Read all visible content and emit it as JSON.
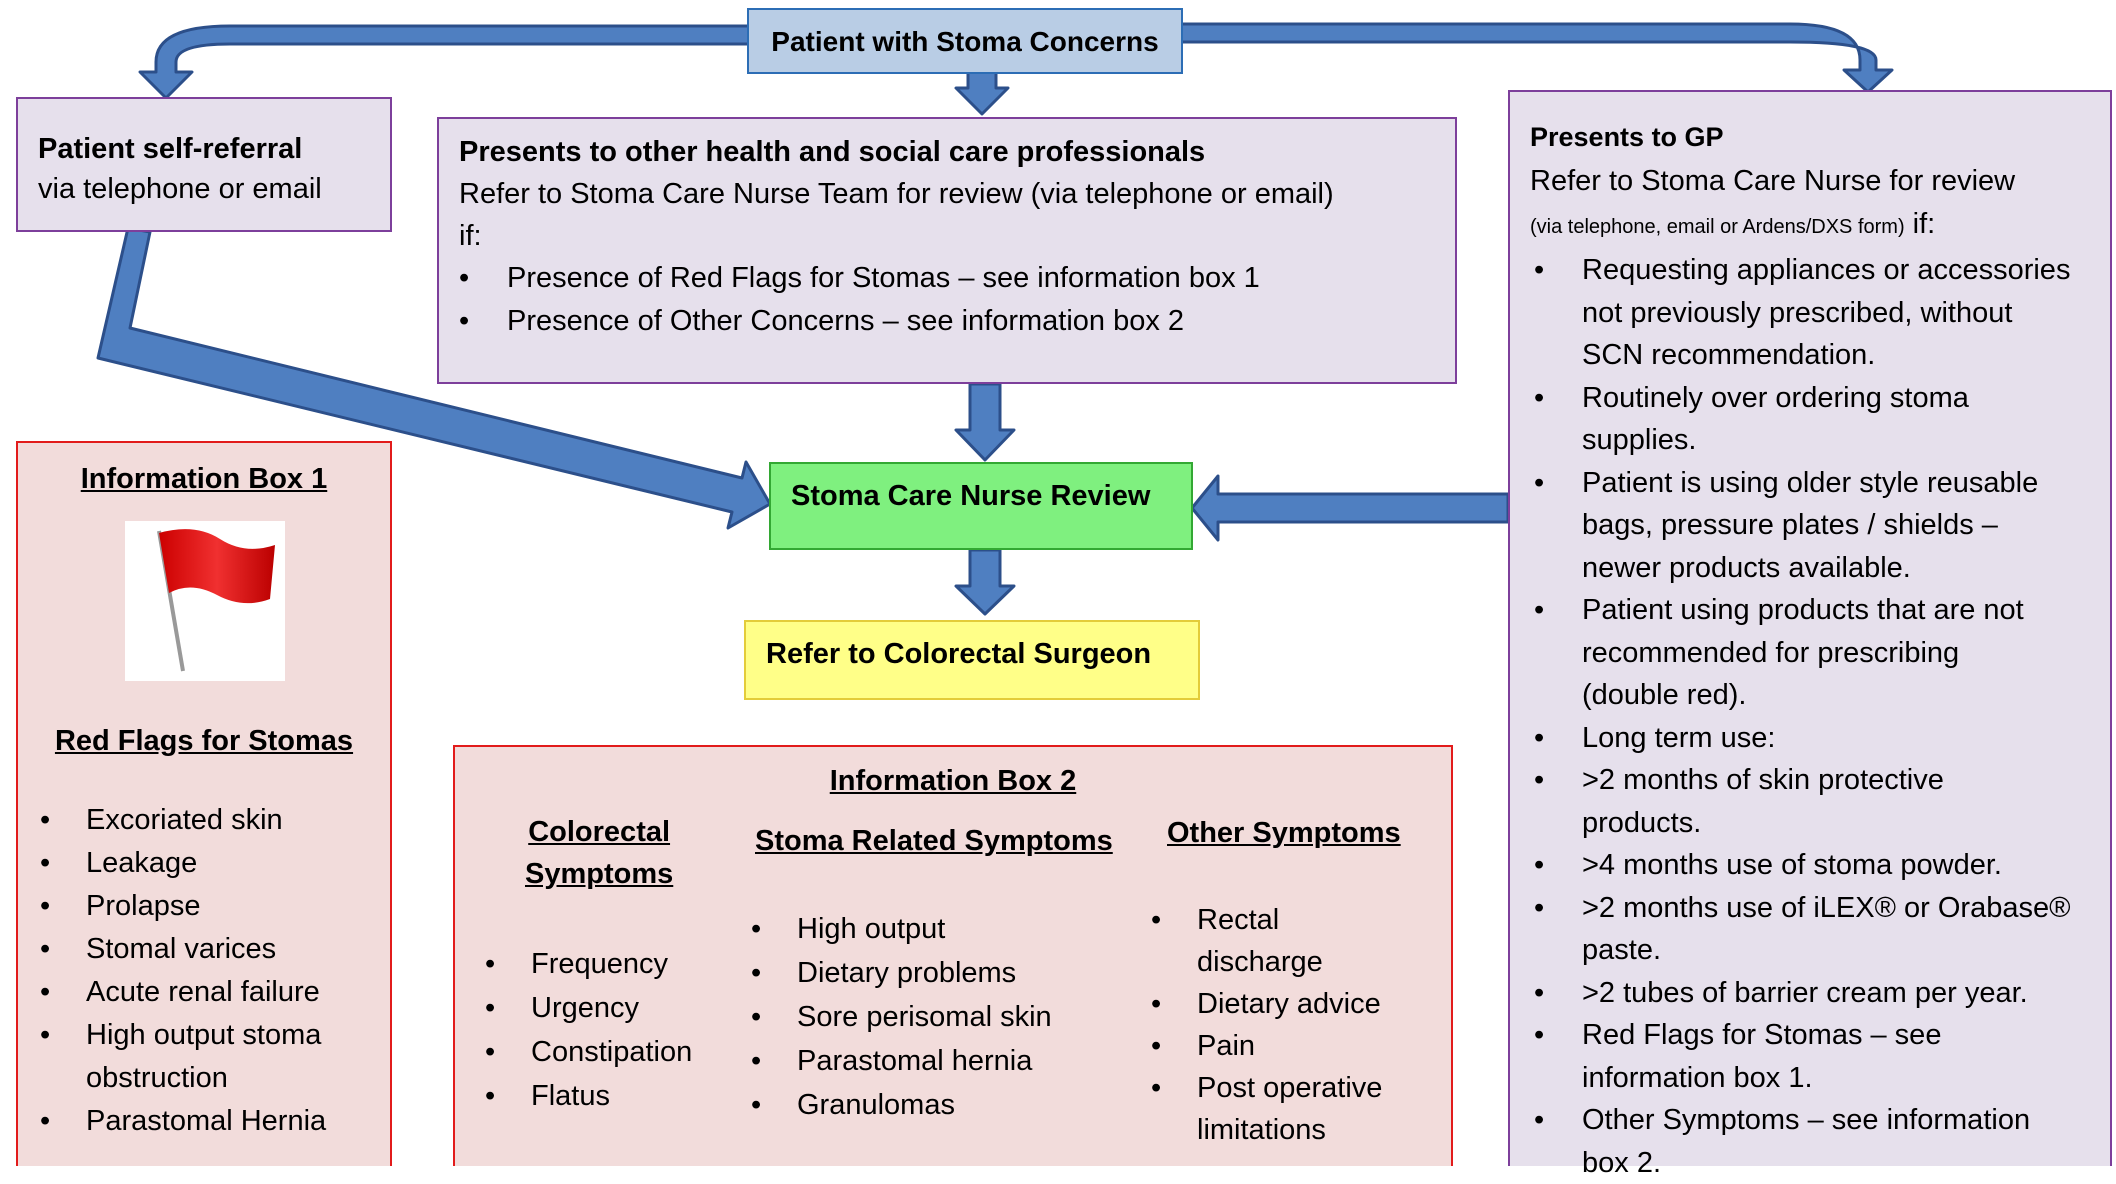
{
  "top_box": "Patient with Stoma Concerns",
  "self_referral": {
    "title": "Patient self-referral",
    "text": "via telephone or email"
  },
  "other_prof": {
    "title": "Presents to other health and social care professionals",
    "text_line1": "Refer to Stoma Care Nurse Team for review (via telephone or email)",
    "text_line2": "if:",
    "bullets": [
      "Presence of Red Flags for Stomas – see information box 1",
      "Presence of Other Concerns – see information box 2"
    ]
  },
  "gp": {
    "title": "Presents to GP",
    "text": "Refer to Stoma Care Nurse for review",
    "small": "(via telephone, email or Ardens/DXS form)",
    "if": " if:",
    "bullets": [
      [
        "Requesting appliances or accessories",
        "not previously prescribed, without",
        "SCN recommendation."
      ],
      [
        "Routinely over ordering stoma",
        "supplies."
      ],
      [
        "Patient is using older style reusable",
        "bags, pressure plates / shields –",
        "newer products available."
      ],
      [
        "Patient using products that are not",
        "recommended for prescribing",
        "(double red)."
      ],
      [
        "Long term use:"
      ],
      [
        ">2 months of skin protective",
        "products."
      ],
      [
        ">4 months use of stoma powder."
      ],
      [
        ">2 months use of iLEX® or Orabase®",
        "paste."
      ],
      [
        ">2 tubes of barrier cream per year."
      ],
      [
        "Red Flags for Stomas – see",
        "information box 1."
      ],
      [
        "Other Symptoms – see information",
        "box 2."
      ]
    ]
  },
  "scn_review": "Stoma Care Nurse Review",
  "colorectal": "Refer to Colorectal Surgeon",
  "info1": {
    "title": "Information Box 1",
    "subtitle": "Red Flags for Stomas",
    "bullets": [
      [
        "Excoriated skin"
      ],
      [
        "Leakage"
      ],
      [
        "Prolapse"
      ],
      [
        "Stomal varices"
      ],
      [
        "Acute renal failure"
      ],
      [
        "High output stoma",
        "obstruction"
      ],
      [
        "Parastomal Hernia"
      ]
    ]
  },
  "info2": {
    "title": "Information Box 2",
    "col1_title": [
      "Colorectal ",
      "Symptoms"
    ],
    "col1": [
      "Frequency",
      "Urgency",
      "Constipation",
      "Flatus"
    ],
    "col2_title": "Stoma Related Symptoms",
    "col2": [
      "High output",
      "Dietary problems",
      "Sore perisomal skin",
      "Parastomal hernia",
      "Granulomas"
    ],
    "col3_title": "Other Symptoms",
    "col3": [
      [
        "Rectal",
        "discharge"
      ],
      [
        "Dietary advice"
      ],
      [
        "Pain"
      ],
      [
        "Post operative",
        "limitations"
      ]
    ]
  },
  "colors": {
    "arrow": "#4f7fc1",
    "arrow_edge": "#2c4f8a",
    "lavender": "#e6e0ec",
    "pink": "#f2dcdb",
    "green": "#7ff07f",
    "yellow": "#ffff88",
    "blue": "#b9cde5"
  }
}
